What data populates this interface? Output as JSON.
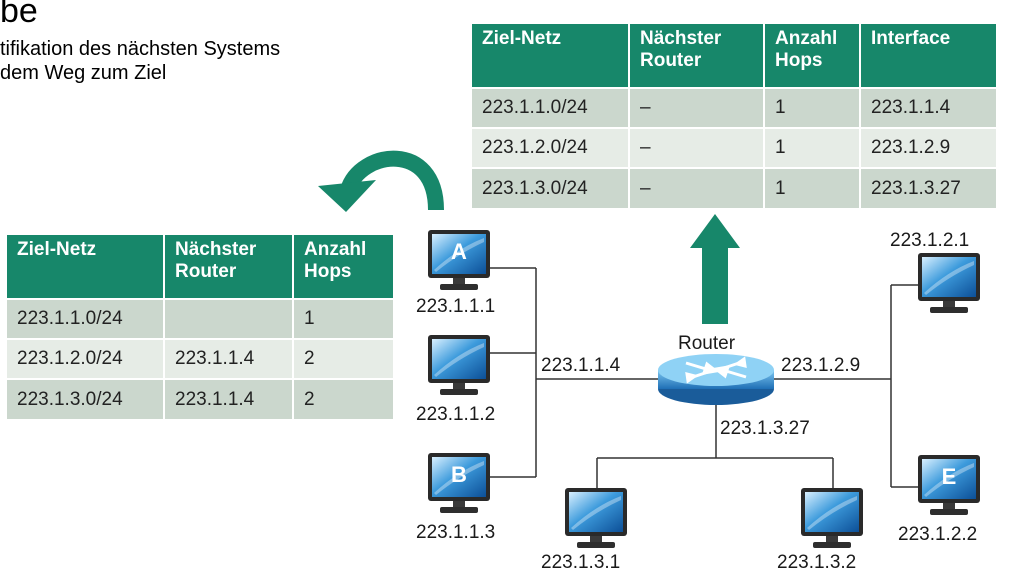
{
  "slide": {
    "title": "be",
    "subtitle_line1": "tifikation des nächsten Systems",
    "subtitle_line2": "dem Weg zum Ziel"
  },
  "table_router": {
    "headers": [
      "Ziel-Netz",
      "Nächster Router",
      "Anzahl Hops",
      "Interface"
    ],
    "rows": [
      [
        "223.1.1.0/24",
        "–",
        "1",
        "223.1.1.4"
      ],
      [
        "223.1.2.0/24",
        "–",
        "1",
        "223.1.2.9"
      ],
      [
        "223.1.3.0/24",
        "–",
        "1",
        "223.1.3.27"
      ]
    ]
  },
  "table_host": {
    "headers": [
      "Ziel-Netz",
      "Nächster Router",
      "Anzahl Hops"
    ],
    "rows": [
      [
        "223.1.1.0/24",
        "",
        "1"
      ],
      [
        "223.1.2.0/24",
        "223.1.1.4",
        "2"
      ],
      [
        "223.1.3.0/24",
        "223.1.1.4",
        "2"
      ]
    ]
  },
  "network": {
    "router_label": "Router",
    "host_a": {
      "letter": "A",
      "ip": "223.1.1.1"
    },
    "host_mid": {
      "ip": "223.1.1.2"
    },
    "host_b": {
      "letter": "B",
      "ip": "223.1.1.3"
    },
    "host_e": {
      "letter": "E",
      "ip": "223.1.2.2"
    },
    "host_top_right": {
      "ip": "223.1.2.1"
    },
    "host_bottom_left": {
      "ip": "223.1.3.1"
    },
    "host_bottom_right": {
      "ip": "223.1.3.2"
    },
    "if_left": "223.1.1.4",
    "if_right": "223.1.2.9",
    "if_bottom": "223.1.3.27"
  },
  "colors": {
    "accent": "#17876a",
    "row_dark": "#cbd7cd",
    "row_light": "#e6ece6"
  }
}
